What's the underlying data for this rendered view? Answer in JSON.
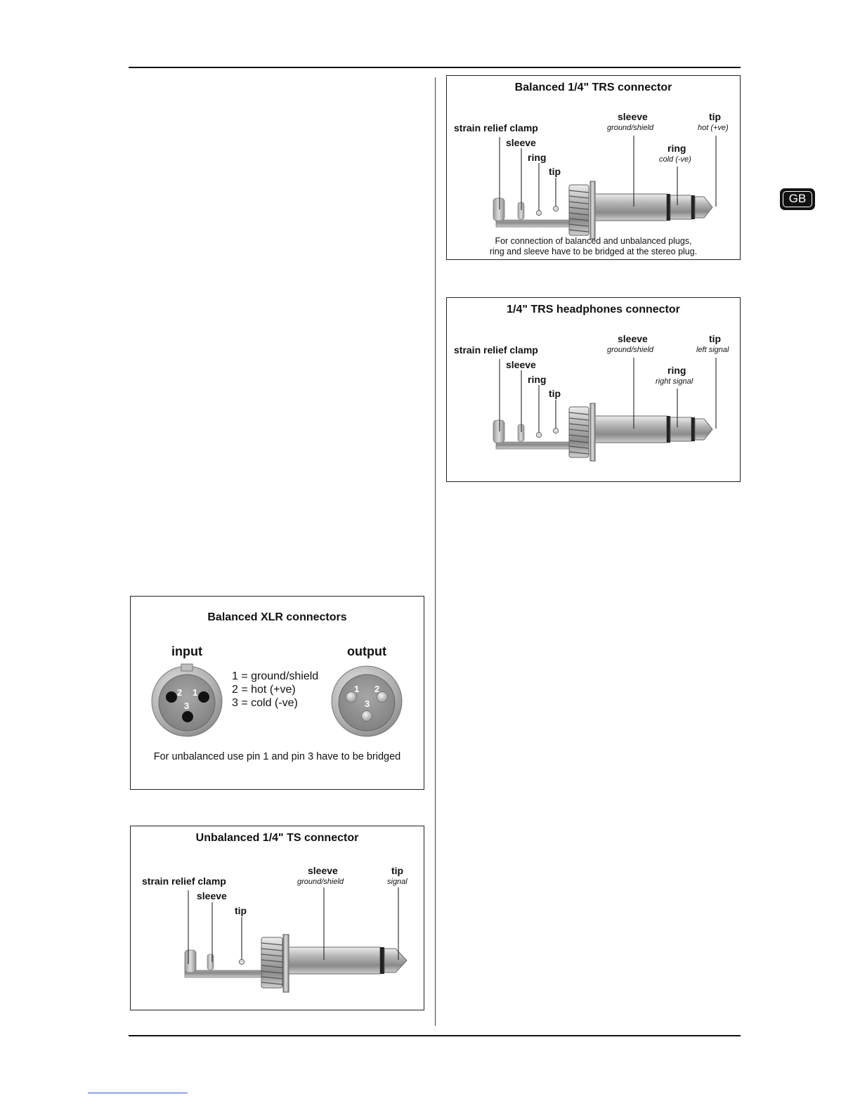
{
  "badge": {
    "label": "GB"
  },
  "trs_balanced": {
    "title": "Balanced 1/4\" TRS connector",
    "labels": {
      "strain_relief": "strain relief clamp",
      "sleeve_solder": "sleeve",
      "ring_solder": "ring",
      "tip_solder": "tip",
      "sleeve": "sleeve",
      "sleeve_desc": "ground/shield",
      "ring": "ring",
      "ring_desc": "cold (-ve)",
      "tip": "tip",
      "tip_desc": "hot (+ve)"
    },
    "note_line1": "For connection of balanced and unbalanced plugs,",
    "note_line2": "ring and sleeve have to be bridged at the stereo plug."
  },
  "trs_headphones": {
    "title": "1/4\" TRS headphones connector",
    "labels": {
      "strain_relief": "strain relief clamp",
      "sleeve_solder": "sleeve",
      "ring_solder": "ring",
      "tip_solder": "tip",
      "sleeve": "sleeve",
      "sleeve_desc": "ground/shield",
      "ring": "ring",
      "ring_desc": "right signal",
      "tip": "tip",
      "tip_desc": "left signal"
    }
  },
  "xlr": {
    "title": "Balanced XLR connectors",
    "input_label": "input",
    "output_label": "output",
    "pins": [
      "1 = ground/shield",
      "2 = hot (+ve)",
      "3 = cold (-ve)"
    ],
    "input_pin_numbers": [
      "2",
      "1",
      "3"
    ],
    "output_pin_numbers": [
      "1",
      "2",
      "3"
    ],
    "note": "For unbalanced use pin 1 and pin 3 have to be bridged"
  },
  "ts_unbalanced": {
    "title": "Unbalanced 1/4\" TS connector",
    "labels": {
      "strain_relief": "strain relief clamp",
      "sleeve_solder": "sleeve",
      "tip_solder": "tip",
      "sleeve": "sleeve",
      "sleeve_desc": "ground/shield",
      "tip": "tip",
      "tip_desc": "signal"
    }
  }
}
